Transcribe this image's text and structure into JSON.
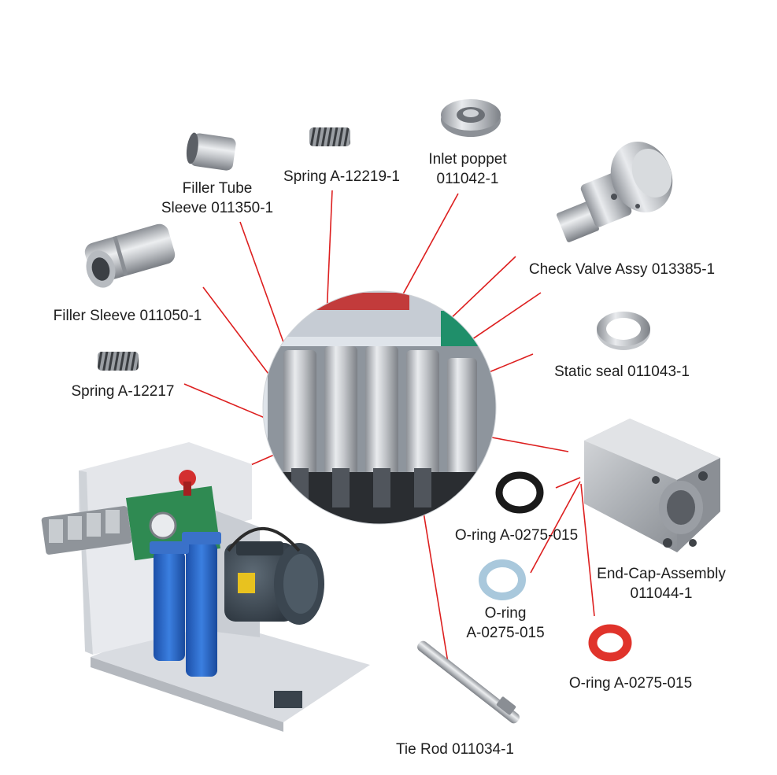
{
  "labels": {
    "filler_tube_sleeve": [
      "Filler Tube",
      "Sleeve 011350-1"
    ],
    "spring_12219": [
      "Spring A-12219-1"
    ],
    "inlet_poppet": [
      "Inlet poppet",
      "011042-1"
    ],
    "check_valve": [
      "Check Valve Assy 013385-1"
    ],
    "filler_sleeve": [
      "Filler Sleeve 011050-1"
    ],
    "spring_12217": [
      "Spring A-12217"
    ],
    "static_seal": [
      "Static seal 011043-1"
    ],
    "oring_black": [
      "O-ring A-0275-015"
    ],
    "oring_blue": [
      "O-ring",
      "A-0275-015"
    ],
    "end_cap": [
      "End-Cap-Assembly",
      "011044-1"
    ],
    "oring_red": [
      "O-ring A-0275-015"
    ],
    "tie_rod": [
      "Tie Rod 011034-1"
    ]
  },
  "colors": {
    "leader_line": "#dd1f1f",
    "steel": "#b9bcc0",
    "oring_black": "#1a1a1a",
    "oring_blue": "#a9c8dc",
    "oring_red": "#e0332b",
    "filter_blue": "#2a67c9",
    "motor": "#3e4a55",
    "frame": "#e4e6ea"
  },
  "icons": [
    "filler-tube-sleeve-part",
    "spring-part",
    "inlet-poppet-part",
    "check-valve-part",
    "filler-sleeve-part",
    "static-seal-part",
    "end-cap-part",
    "o-ring-part",
    "tie-rod-part",
    "pump-machine-photo",
    "pump-closeup-photo"
  ]
}
